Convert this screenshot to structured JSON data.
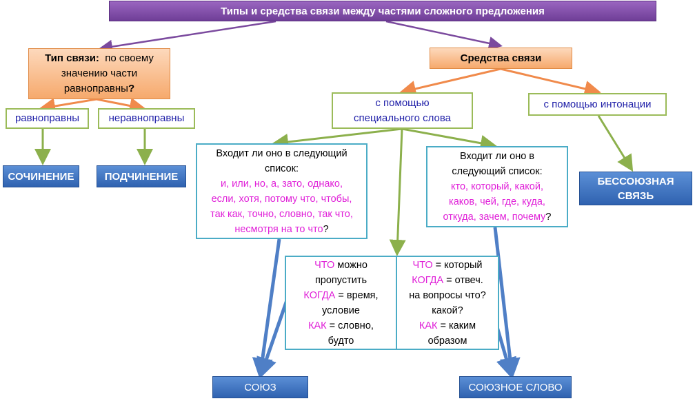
{
  "title": "Типы и средства связи между частями сложного предложения",
  "type_box": {
    "bold": "Тип связи:",
    "line1_rest": "по своему",
    "line2": "значению части",
    "line3": "равноправны",
    "line3_q": "?"
  },
  "means_box": "Средства связи",
  "equal": "равноправны",
  "unequal": "неравноправны",
  "compound": "СОЧИНЕНИЕ",
  "complex": "ПОДЧИНЕНИЕ",
  "special_word": {
    "line1": "с помощью",
    "line2": "специального слова"
  },
  "intonation": "с помощью интонации",
  "asyndetic": {
    "line1": "БЕССОЮЗНАЯ",
    "line2": "СВЯЗЬ"
  },
  "left_list": {
    "q1": "Входит ли оно в следующий",
    "q2": "список:",
    "w1": "и, или, но, а, зато, однако,",
    "w2": "если, хотя, потому что, чтобы,",
    "w3": "так как, точно, словно, так что,",
    "w4": "несмотря на то что",
    "qmark": "?"
  },
  "right_list": {
    "q1": "Входит ли оно в",
    "q2": "следующий список:",
    "w1": "кто, который,  какой,",
    "w2": "каков, чей, где, куда,",
    "w3": "откуда, зачем, почему",
    "qmark": "?"
  },
  "mid_left": {
    "a1": "ЧТО",
    "a2": " можно",
    "b": "пропустить",
    "c1": "КОГДА",
    "c2": " = время,",
    "d": "условие",
    "e1": "КАК",
    "e2": " = словно,",
    "f": "будто"
  },
  "mid_right": {
    "a1": "ЧТО",
    "a2": " = который",
    "b1": "КОГДА",
    "b2": " =  отвеч.",
    "c": "на вопросы что?",
    "d": "какой?",
    "e1": "КАК",
    "e2": " = каким",
    "f": "образом"
  },
  "conjunction": "СОЮЗ",
  "conj_word": "СОЮЗНОЕ СЛОВО"
}
